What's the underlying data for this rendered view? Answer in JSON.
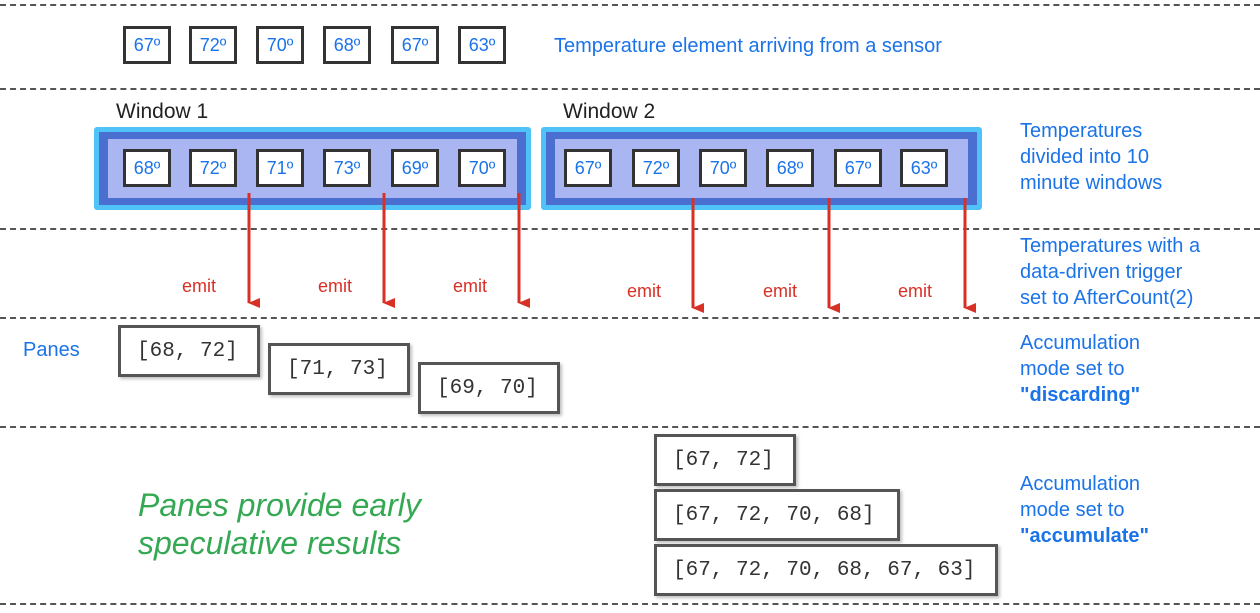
{
  "top_row": {
    "temps": [
      "67º",
      "72º",
      "70º",
      "68º",
      "67º",
      "63º"
    ],
    "description": "Temperature element arriving from a sensor"
  },
  "windows": [
    {
      "label": "Window 1",
      "temps": [
        "68º",
        "72º",
        "71º",
        "73º",
        "69º",
        "70º"
      ]
    },
    {
      "label": "Window 2",
      "temps": [
        "67º",
        "72º",
        "70º",
        "68º",
        "67º",
        "63º"
      ]
    }
  ],
  "window_description": [
    "Temperatures",
    "divided into 10",
    "minute windows"
  ],
  "trigger_description": [
    "Temperatures with a",
    "data-driven trigger",
    "set to AfterCount(2)"
  ],
  "emit_label": "emit",
  "panes_label": "Panes",
  "discarding": {
    "panes": [
      "[68, 72]",
      "[71, 73]",
      "[69, 70]"
    ],
    "desc_lines": [
      "Accumulation",
      "mode set to"
    ],
    "mode": "\"discarding\""
  },
  "accumulating": {
    "panes": [
      "[67, 72]",
      "[67, 72, 70, 68]",
      "[67, 72, 70, 68, 67, 63]"
    ],
    "desc_lines": [
      "Accumulation",
      "mode set to"
    ],
    "mode": "\"accumulate\""
  },
  "tagline": [
    "Panes provide early",
    "speculative results"
  ],
  "colors": {
    "blue_text": "#1a73e8",
    "red_arrow": "#d93025",
    "green_text": "#34a853",
    "window_frame": "#4fc3f7"
  }
}
